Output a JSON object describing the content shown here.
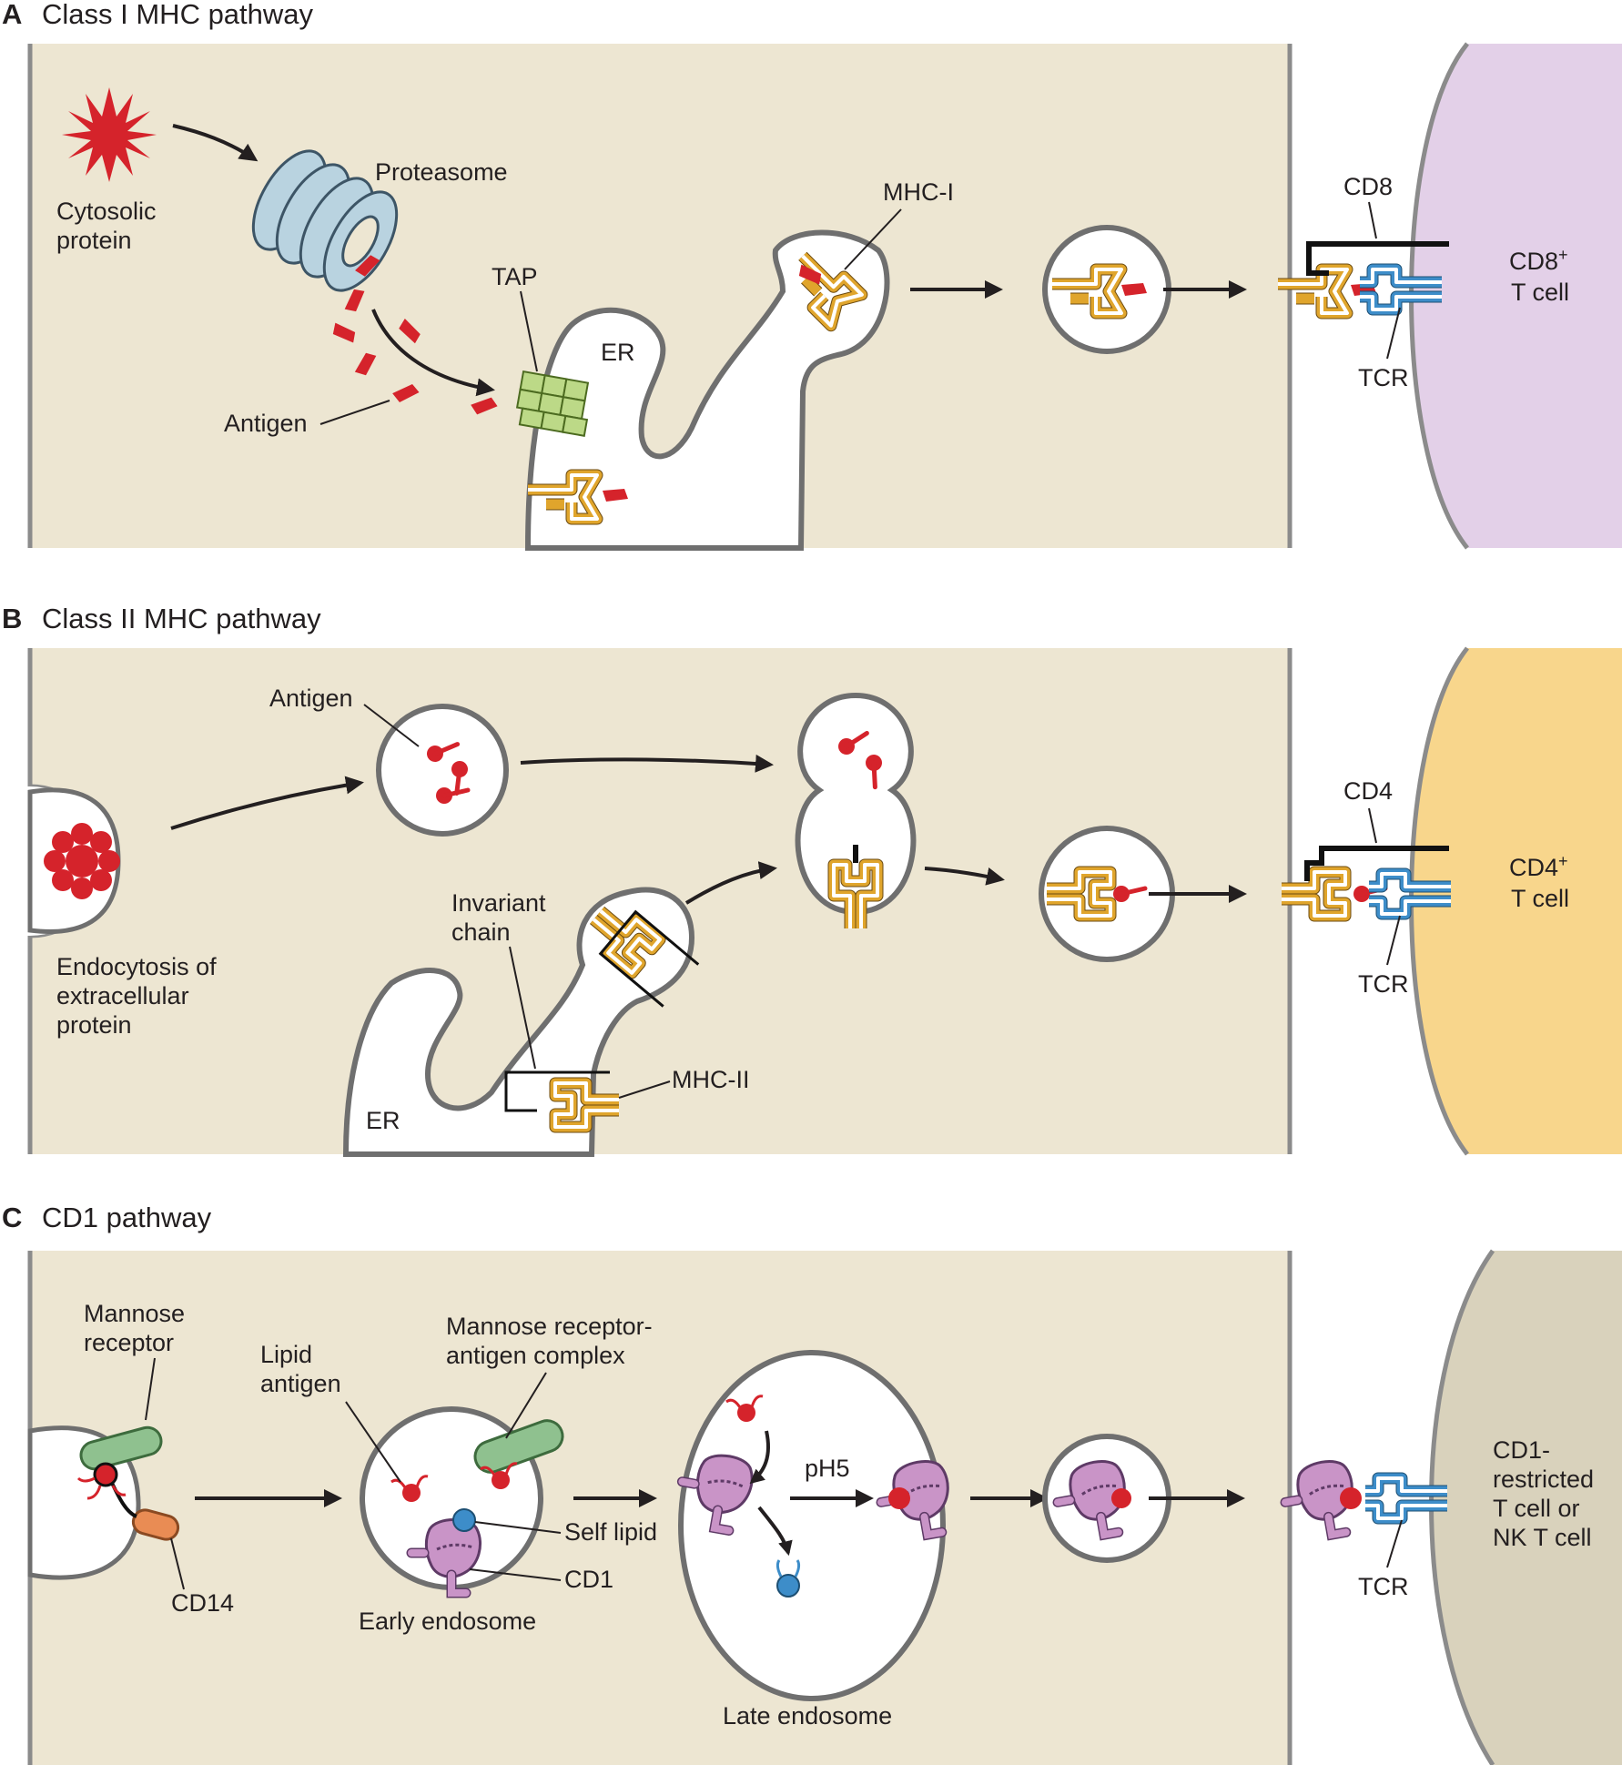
{
  "panels": [
    {
      "letter": "A",
      "title": "Class I MHC pathway",
      "labels": {
        "cytosolic_protein": [
          "Cytosolic",
          "protein"
        ],
        "proteasome": "Proteasome",
        "antigen": "Antigen",
        "tap": "TAP",
        "er": "ER",
        "mhc": "MHC-I",
        "coreceptor": "CD8",
        "tcr": "TCR",
        "tcell": [
          "CD8",
          "+",
          "T cell"
        ]
      }
    },
    {
      "letter": "B",
      "title": "Class II MHC pathway",
      "labels": {
        "antigen": "Antigen",
        "endocytosis": [
          "Endocytosis of",
          "extracellular",
          "protein"
        ],
        "invariant_chain": [
          "Invariant",
          "chain"
        ],
        "mhc": "MHC-II",
        "er": "ER",
        "coreceptor": "CD4",
        "tcr": "TCR",
        "tcell": [
          "CD4",
          "+",
          "T cell"
        ]
      }
    },
    {
      "letter": "C",
      "title": "CD1 pathway",
      "labels": {
        "mannose_receptor": [
          "Mannose",
          "receptor"
        ],
        "lipid_antigen": [
          "Lipid",
          "antigen"
        ],
        "complex": [
          "Mannose receptor-",
          "antigen complex"
        ],
        "self_lipid": "Self lipid",
        "cd1": "CD1",
        "cd14": "CD14",
        "early_endosome": "Early endosome",
        "ph": "pH5",
        "late_endosome": "Late endosome",
        "tcr": "TCR",
        "tcell": [
          "CD1-",
          "restricted",
          "T cell or",
          "NK T cell"
        ]
      }
    }
  ],
  "colors": {
    "cell_background": "#ede6d2",
    "cd8_tcell": "#e3d0e8",
    "cd4_tcell": "#f8d68c",
    "cd1_tcell": "#d9d2bc",
    "antigen": "#d5232b",
    "mhc": "#e0a52c",
    "tcr": "#3d8dc9",
    "proteasome": "#b9d3e0",
    "tap": "#bcd987",
    "cd1": "#c994c7",
    "mannose_receptor": "#8fc18f",
    "cd14": "#e98c54",
    "self_lipid": "#3d8dc9"
  }
}
